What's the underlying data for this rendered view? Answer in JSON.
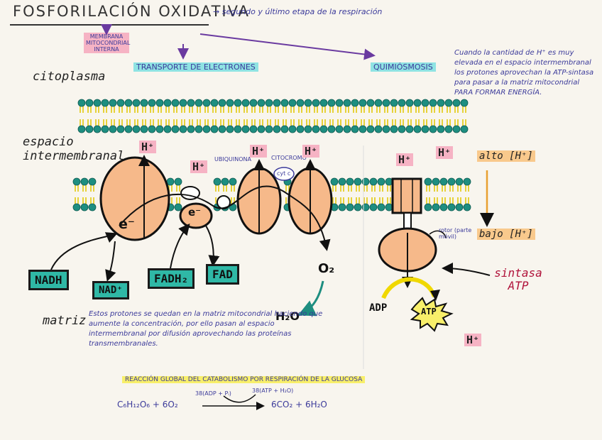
{
  "title": "FOSFORILACIÓN OXIDATIVA",
  "subtitle": "→ segundo y último etapa de la respiración",
  "membrane_label": "MEMBRANA MITOCONDRIAL INTERNA",
  "sections": {
    "transport": "TRANSPORTE DE ELECTRONES",
    "chemiosmosis": "QUIMIÓSMOSIS"
  },
  "regions": {
    "cytoplasm": "citoplasma",
    "intermembrane": "espacio intermembranal",
    "matrix": "matriz"
  },
  "complex_labels": {
    "ubiquinone": "UBIQUINONA",
    "cytochrome": "CITOCROMO",
    "cytc": "cyt c",
    "electron": "e⁻"
  },
  "molecules": {
    "nadh": "NADH",
    "nad": "NAD⁺",
    "fadh2": "FADH₂",
    "fad": "FAD",
    "o2": "O₂",
    "h2o": "H₂O",
    "adp": "ADP",
    "atp": "ATP",
    "hplus": "H⁺"
  },
  "gradient": {
    "high": "alto [H⁺]",
    "low": "bajo [H⁺]"
  },
  "synthase": {
    "rotor": "rotor (parte móvil)",
    "name": "sintasa ATP"
  },
  "note_right": "Cuando la cantidad de H⁺ es muy elevada en el espacio intermembranal los protones aprovechan la ATP-sintasa para pasar a la matriz mitocondrial PARA FORMAR ENERGÍA.",
  "note_matrix": "Estos protones se quedan en la matriz mitocondrial haciendo que aumente la concentración, por ello pasan al espacio intermembranal por difusión aprovechando las proteínas transmembranales.",
  "reaction": {
    "title": "REACCIÓN GLOBAL DEL CATABOLISMO POR RESPIRACIÓN DE LA GLUCOSA",
    "left": "C₆H₁₂O₆ + 6O₂",
    "above_left": "38(ADP + Pᵢ)",
    "above_right": "38(ATP + H₂O)",
    "right": "6CO₂ + 6H₂O"
  },
  "colors": {
    "lipid_head": "#1e8e80",
    "lipid_tail": "#e6d23a",
    "protein": "#f6b98a",
    "box": "#2fb8a6",
    "ink_blue": "#3b3a9a"
  }
}
